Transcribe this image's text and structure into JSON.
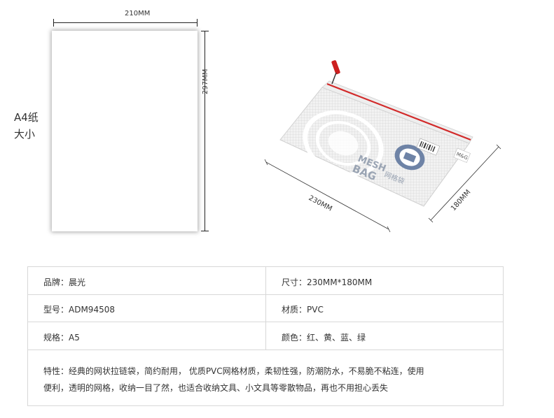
{
  "paper": {
    "width_label": "210MM",
    "height_label": "297MM",
    "caption_line1": "A4纸",
    "caption_line2": "大小"
  },
  "bag": {
    "width_label": "230MM",
    "height_label": "180MM",
    "print_text_1": "MESH",
    "print_text_2": "BAG",
    "print_text_3": "网格袋",
    "brand_tag": "M&G",
    "colors": {
      "zipper": "#d22a2a",
      "mesh": "#eeeeee",
      "print": "#7d8fa8"
    }
  },
  "spec": {
    "brand": "品牌：晨光",
    "size": "尺寸：230MM*180MM",
    "model": "型号：ADM94508",
    "material": "材质：PVC",
    "format": "规格：A5",
    "color": "颜色：红、黄、蓝、绿",
    "feature_line1": "特性：经典的网状拉链袋，简约耐用， 优质PVC网格材质，柔韧性强，防潮防水，不易脆不粘连，使用",
    "feature_line2": "便利，透明的网格，收纳一目了然，也适合收纳文具、小文具等零散物品，再也不用担心丢失"
  }
}
